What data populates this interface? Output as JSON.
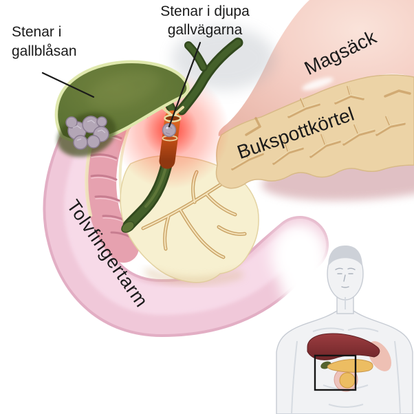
{
  "document": {
    "type": "medical-illustration",
    "language": "sv",
    "subject": "Gallsten (gallstones) anatomy"
  },
  "labels": {
    "gallbladder_stones": {
      "line1": "Stenar i",
      "line2": "gallblåsan"
    },
    "deep_bile_duct_stones": {
      "line1": "Stenar i djupa",
      "line2": "gallvägarna"
    },
    "stomach": "Magsäck",
    "pancreas": "Bukspottkörtel",
    "duodenum": "Tolvfingertarm"
  },
  "colors": {
    "background": "#ffffff",
    "label_text": "#1a1a1a",
    "pointer_line": "#1a1a1a",
    "stomach_pink": "#f4cdc3",
    "pancreas_tan": "#ecd3a6",
    "pancreas_head_cream": "#f7f0d0",
    "duodenum_pink": "#f0c8d9",
    "duodenum_highlight": "#f8dcea",
    "gallbladder_green": "#5d7334",
    "gallbladder_rim": "#dfe8ad",
    "bile_duct_green": "#44602a",
    "inflamed_duct_orange": "#c44f16",
    "inflammation_glow": "#ff3c28",
    "gallstone_gray": "#b3a6b6",
    "mauve_shadow": "#dbb6ba",
    "inset_liver_red": "#8f3438",
    "inset_pancreas_yellow": "#ecbd62",
    "inset_body_fill": "#f1f2f4",
    "inset_frame": "#141414"
  }
}
